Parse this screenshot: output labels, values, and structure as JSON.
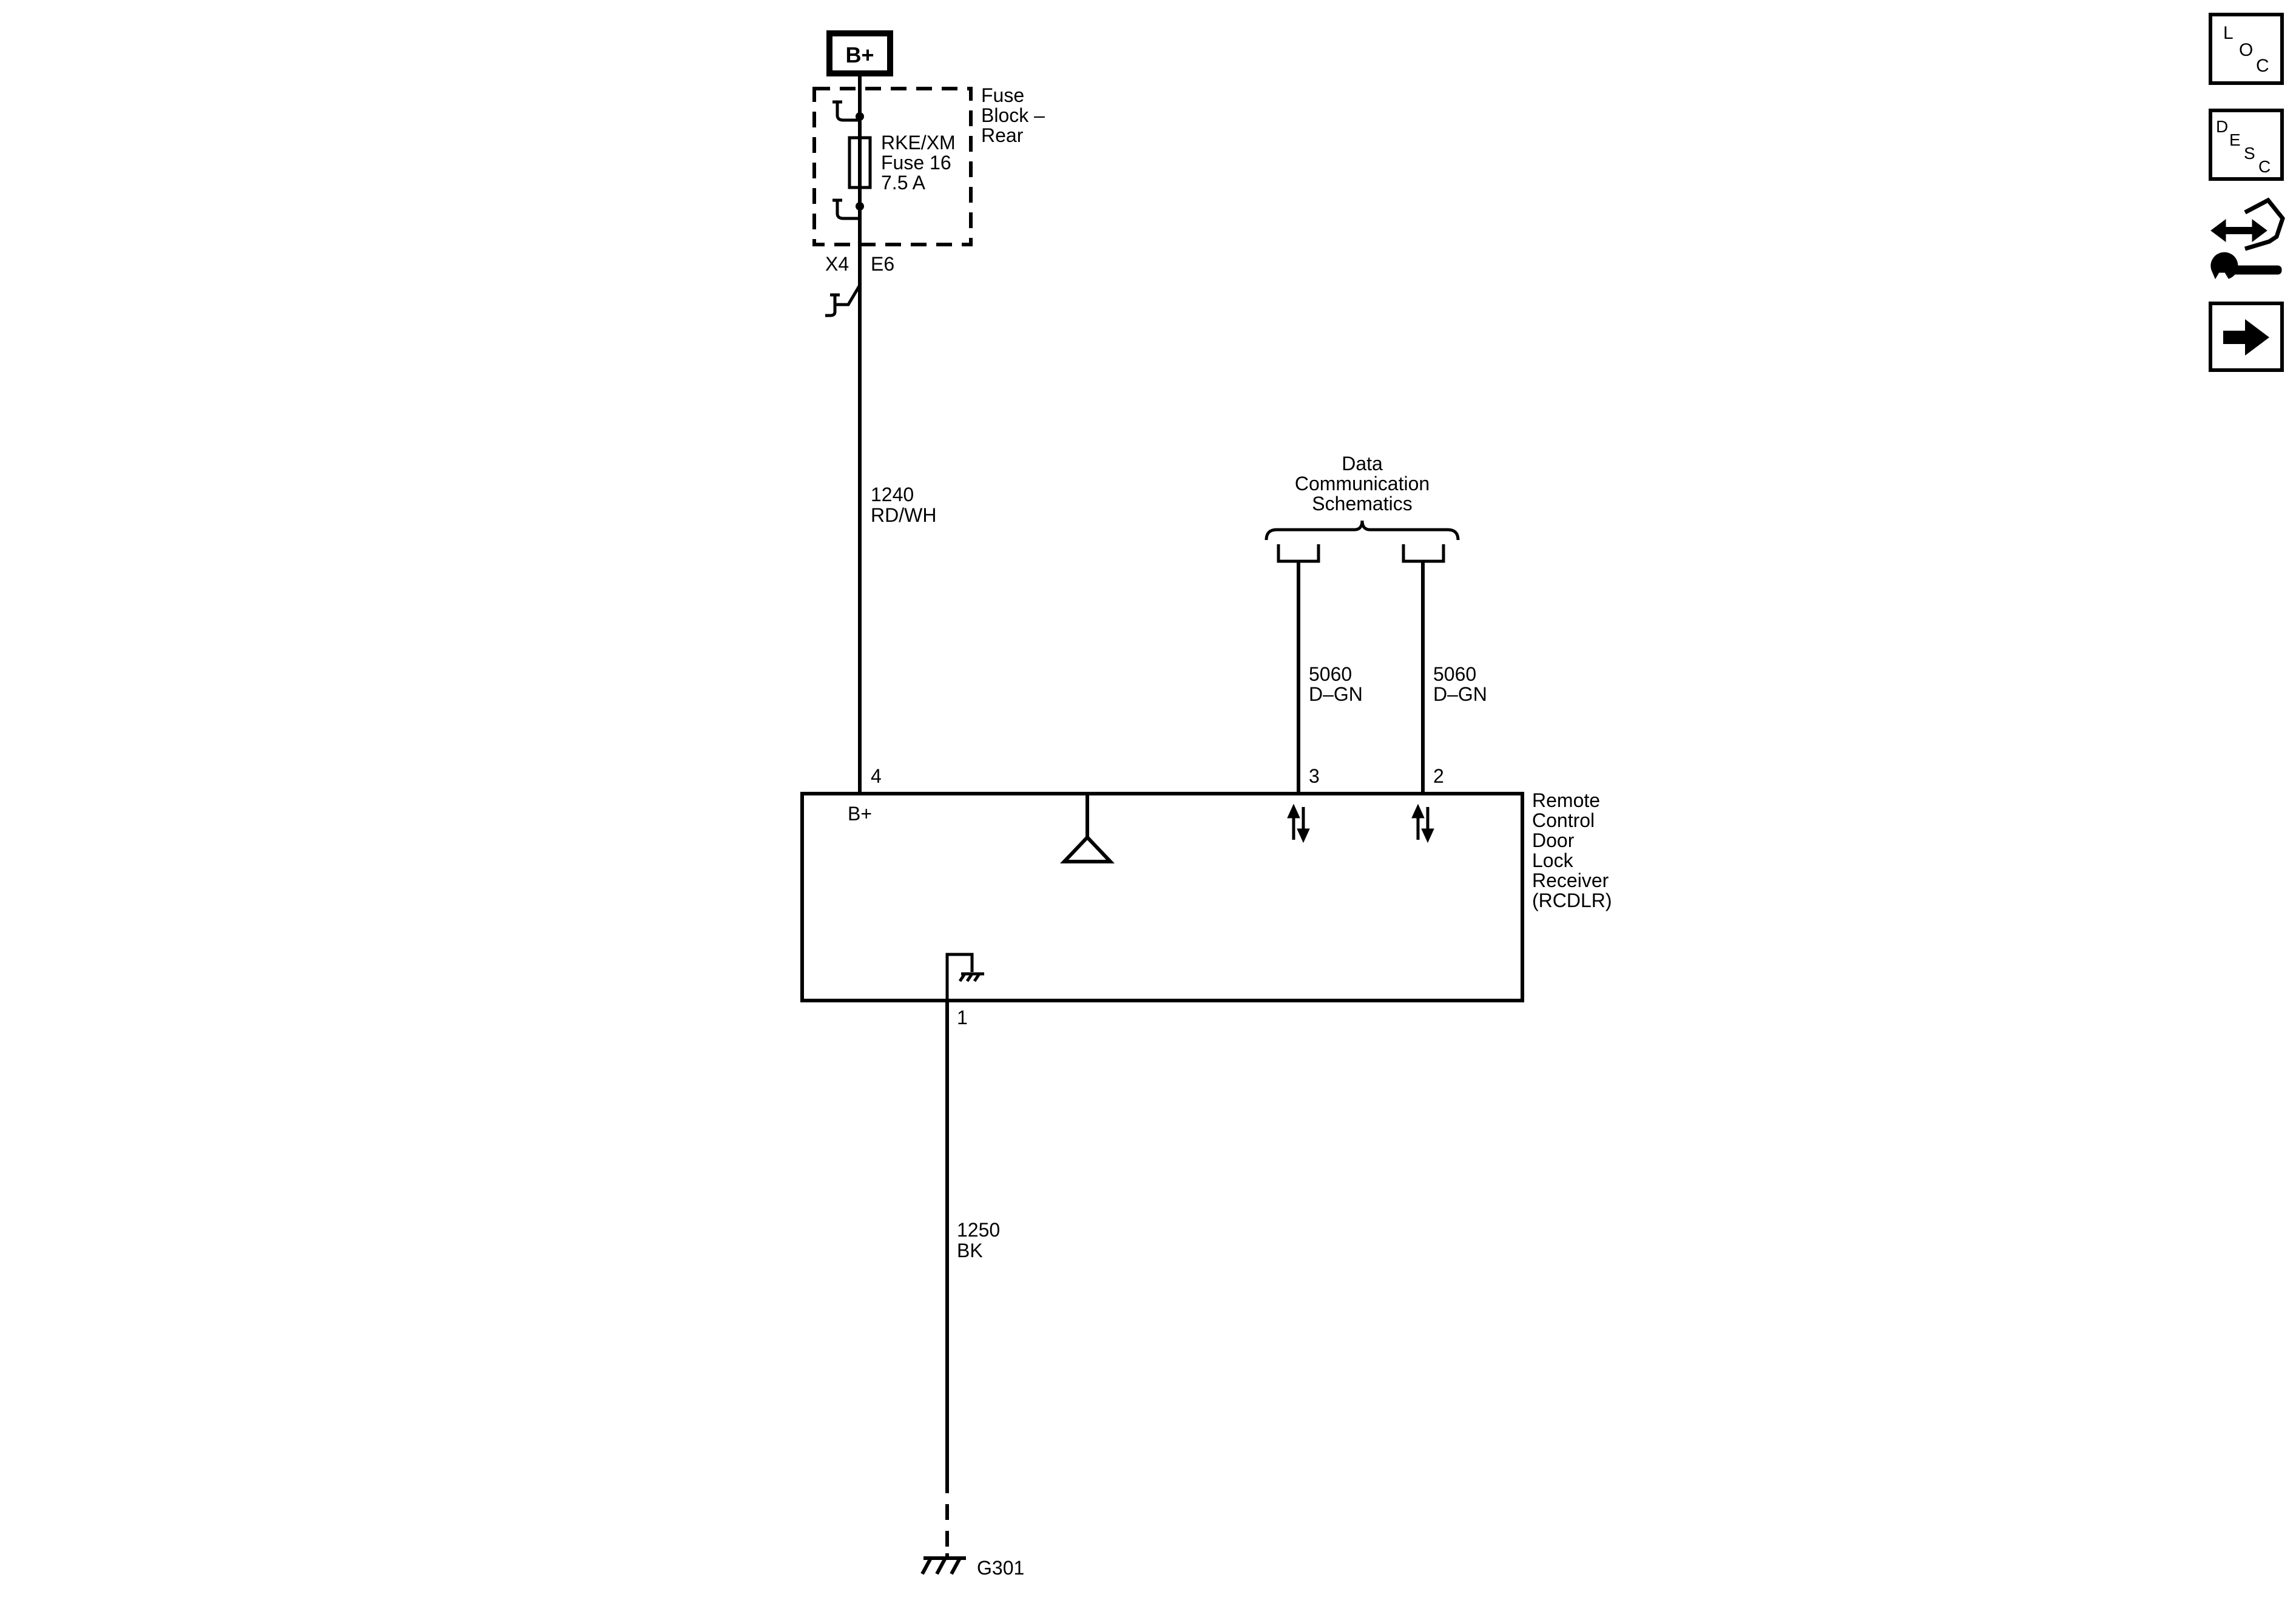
{
  "power_source": {
    "label": "B+"
  },
  "fuse_block": {
    "name_lines": [
      "Fuse",
      "Block –",
      "Rear"
    ],
    "fuse_lines": [
      "RKE/XM",
      "Fuse 16",
      "7.5 A"
    ],
    "connector": "X4",
    "pin": "E6"
  },
  "wires": {
    "power": {
      "circuit": "1240",
      "color": "RD/WH"
    },
    "data_1": {
      "circuit": "5060",
      "color": "D–GN"
    },
    "data_2": {
      "circuit": "5060",
      "color": "D–GN"
    },
    "ground": {
      "circuit": "1250",
      "color": "BK"
    }
  },
  "data_comm": {
    "lines": [
      "Data",
      "Communication",
      "Schematics"
    ]
  },
  "module": {
    "name_lines": [
      "Remote",
      "Control",
      "Door",
      "Lock",
      "Receiver",
      "(RCDLR)"
    ],
    "pins": {
      "power": "4",
      "data_1": "3",
      "data_2": "2",
      "ground": "1"
    },
    "bplus_label": "B+"
  },
  "ground_point": {
    "label": "G301"
  },
  "side_icons": [
    {
      "name": "loc-icon",
      "glyphs": [
        "L",
        "O",
        "C"
      ]
    },
    {
      "name": "desc-icon",
      "glyphs": [
        "D",
        "E",
        "S",
        "C"
      ]
    },
    {
      "name": "connector-wrench-icon"
    },
    {
      "name": "next-arrow-icon"
    }
  ]
}
